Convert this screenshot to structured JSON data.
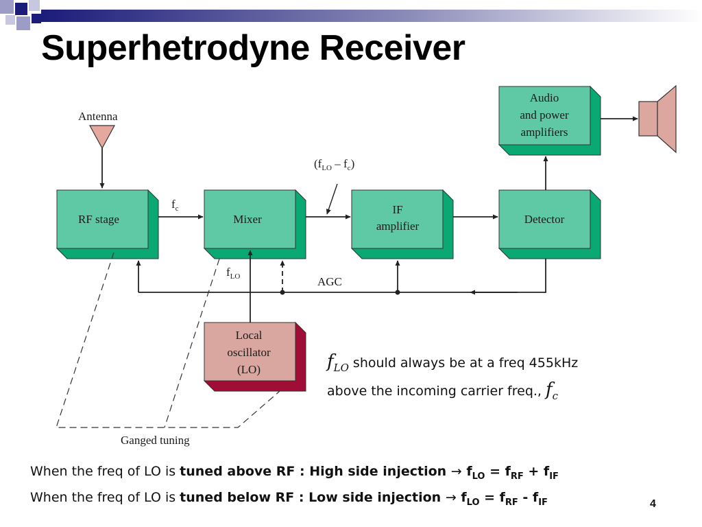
{
  "title": "Superhetrodyne Receiver",
  "diagram": {
    "blocks": {
      "rf_stage": "RF stage",
      "mixer": "Mixer",
      "if_amplifier": [
        "IF",
        "amplifier"
      ],
      "detector": "Detector",
      "audio": [
        "Audio",
        "and power",
        "amplifiers"
      ],
      "local_oscillator": [
        "Local",
        "oscillator",
        "(LO)"
      ]
    },
    "labels": {
      "antenna": "Antenna",
      "fc_main": "f",
      "fc_sub": "c",
      "flo_main": "f",
      "flo_sub": "LO",
      "if_freq_open": "(f",
      "if_freq_sub1": "LO",
      "if_freq_mid": " – f",
      "if_freq_sub2": "c",
      "if_freq_close": ")",
      "agc": "AGC",
      "ganged_tuning": "Ganged tuning"
    },
    "colors": {
      "block_fill": "#5fc8a4",
      "block_side": "#0aa872",
      "lo_fill": "#d9a6a0",
      "lo_side": "#a00d36",
      "speaker_fill": "#dca79f"
    }
  },
  "note": {
    "symbol_main": "f",
    "symbol_sub": "LO",
    "line1_text": " should always be at a freq 455kHz",
    "line2_text": "above the incoming carrier freq., ",
    "fc_main": "f",
    "fc_sub": "c"
  },
  "bottom_lines": [
    {
      "prefix": "When the freq of LO is ",
      "bold": "tuned above RF : High side injection ",
      "arrow": "→",
      "eq_f1": " f",
      "eq_sub1": "LO",
      "eq_mid": " = f",
      "eq_sub2": "RF",
      "eq_op": " + f",
      "eq_sub3": "IF"
    },
    {
      "prefix": "When the freq of LO is ",
      "bold": "tuned below RF : Low side injection ",
      "arrow": "→",
      "eq_f1": " f",
      "eq_sub1": "LO",
      "eq_mid": " = f",
      "eq_sub2": "RF",
      "eq_op": " - f",
      "eq_sub3": "IF"
    }
  ],
  "page_number": "4"
}
